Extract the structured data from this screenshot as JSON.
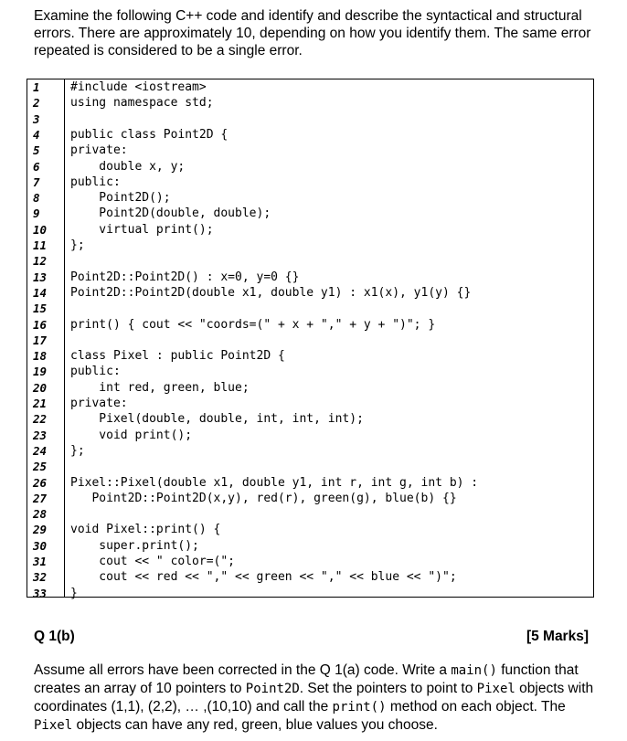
{
  "intro": {
    "text": "Examine the following C++ code and identify and describe the syntactical and structural errors. There are approximately 10, depending on how you identify them. The same error repeated is considered to be a single error."
  },
  "code": {
    "lines": [
      {
        "n": "1",
        "text": "#include <iostream>"
      },
      {
        "n": "2",
        "text": "using namespace std;"
      },
      {
        "n": "3",
        "text": ""
      },
      {
        "n": "4",
        "text": "public class Point2D {"
      },
      {
        "n": "5",
        "text": "private:"
      },
      {
        "n": "6",
        "text": "    double x, y;"
      },
      {
        "n": "7",
        "text": "public:"
      },
      {
        "n": "8",
        "text": "    Point2D();"
      },
      {
        "n": "9",
        "text": "    Point2D(double, double);"
      },
      {
        "n": "10",
        "text": "    virtual print();"
      },
      {
        "n": "11",
        "text": "};"
      },
      {
        "n": "12",
        "text": ""
      },
      {
        "n": "13",
        "text": "Point2D::Point2D() : x=0, y=0 {}"
      },
      {
        "n": "14",
        "text": "Point2D::Point2D(double x1, double y1) : x1(x), y1(y) {}"
      },
      {
        "n": "15",
        "text": ""
      },
      {
        "n": "16",
        "text": "print() { cout << \"coords=(\" + x + \",\" + y + \")\"; }"
      },
      {
        "n": "17",
        "text": ""
      },
      {
        "n": "18",
        "text": "class Pixel : public Point2D {"
      },
      {
        "n": "19",
        "text": "public:"
      },
      {
        "n": "20",
        "text": "    int red, green, blue;"
      },
      {
        "n": "21",
        "text": "private:"
      },
      {
        "n": "22",
        "text": "    Pixel(double, double, int, int, int);"
      },
      {
        "n": "23",
        "text": "    void print();"
      },
      {
        "n": "24",
        "text": "};"
      },
      {
        "n": "25",
        "text": ""
      },
      {
        "n": "26",
        "text": "Pixel::Pixel(double x1, double y1, int r, int g, int b) :"
      },
      {
        "n": "27",
        "text": "   Point2D::Point2D(x,y), red(r), green(g), blue(b) {}"
      },
      {
        "n": "28",
        "text": ""
      },
      {
        "n": "29",
        "text": "void Pixel::print() {"
      },
      {
        "n": "30",
        "text": "    super.print();"
      },
      {
        "n": "31",
        "text": "    cout << \" color=(\";"
      },
      {
        "n": "32",
        "text": "    cout << red << \",\" << green << \",\" << blue << \")\";"
      },
      {
        "n": "33",
        "text": "}"
      }
    ]
  },
  "question": {
    "label": "Q 1(b)",
    "marks": "[5 Marks]",
    "body_parts": [
      {
        "text": "Assume all errors have been corrected in the Q 1(a) code. Write a ",
        "mono": false
      },
      {
        "text": "main()",
        "mono": true
      },
      {
        "text": " function that creates an array of 10 pointers to ",
        "mono": false
      },
      {
        "text": "Point2D",
        "mono": true
      },
      {
        "text": ". Set the pointers to point to ",
        "mono": false
      },
      {
        "text": "Pixel",
        "mono": true
      },
      {
        "text": " objects with coordinates (1,1), (2,2), … ,(10,10) and call the ",
        "mono": false
      },
      {
        "text": "print()",
        "mono": true
      },
      {
        "text": " method on each object. The ",
        "mono": false
      },
      {
        "text": "Pixel",
        "mono": true
      },
      {
        "text": " objects can have any red, green, blue values you choose.",
        "mono": false
      }
    ]
  }
}
